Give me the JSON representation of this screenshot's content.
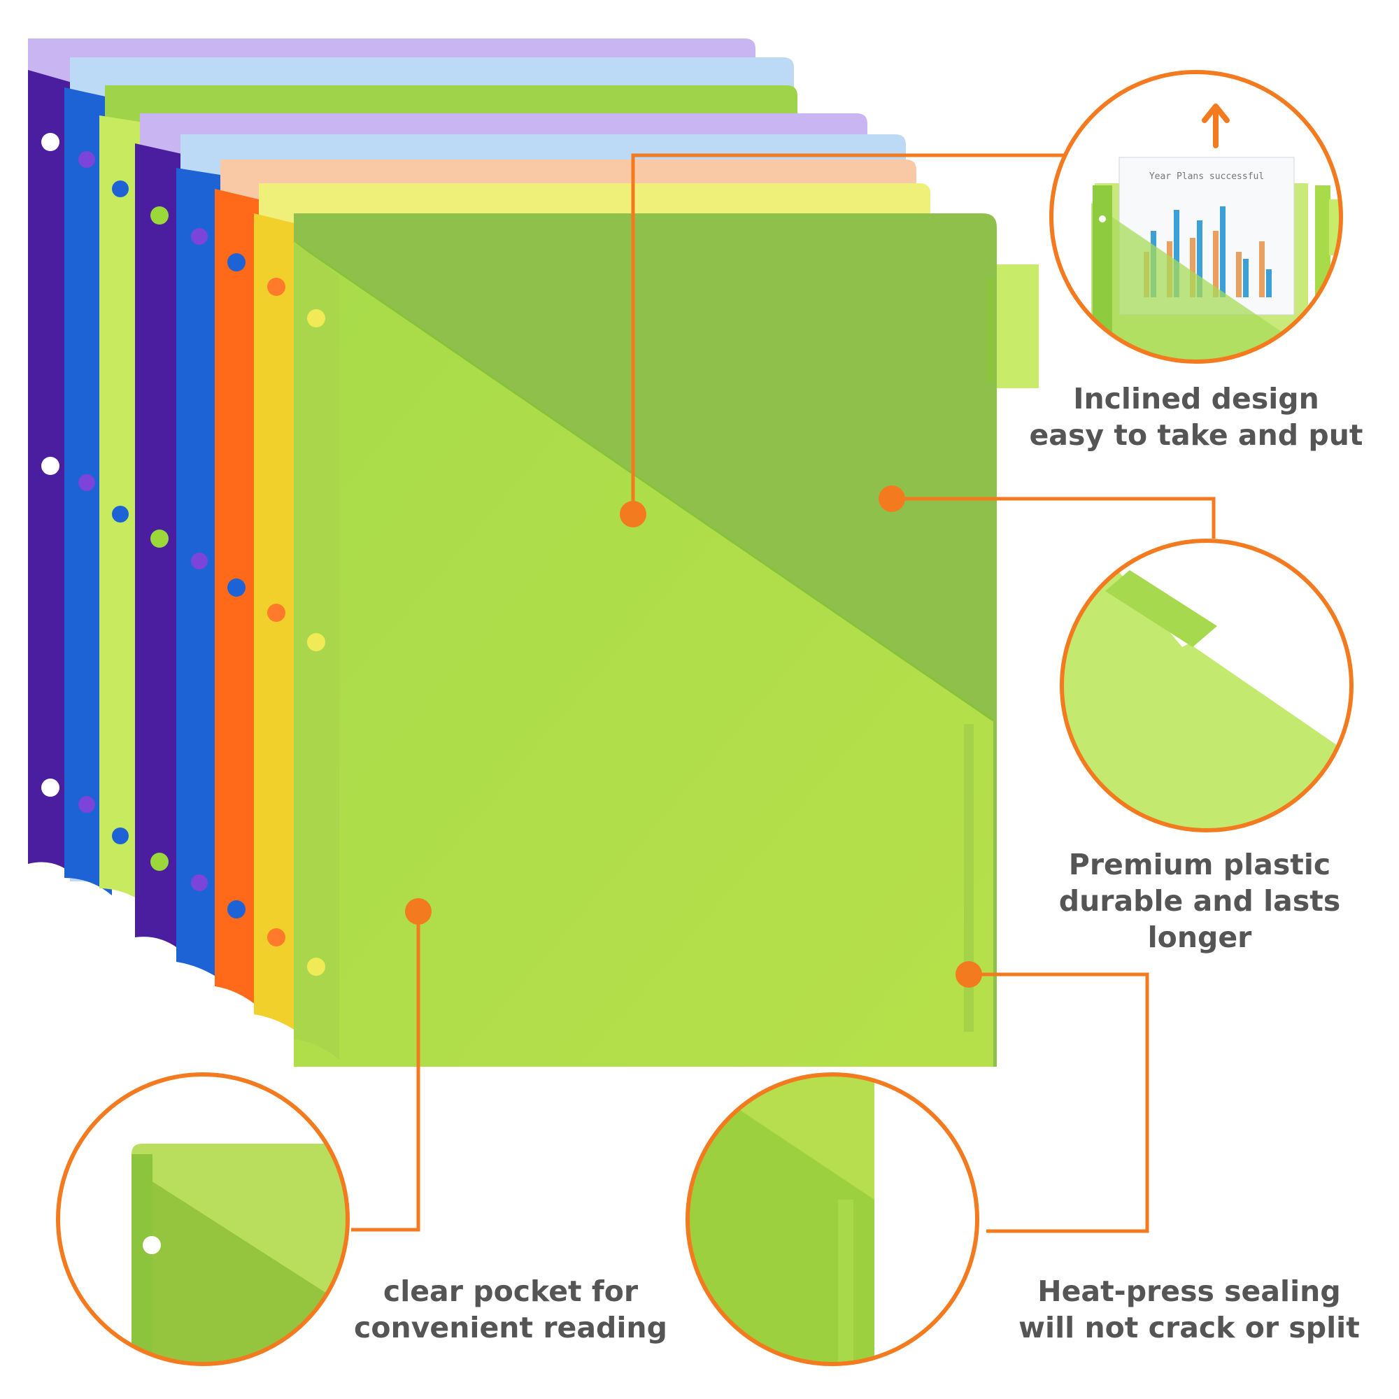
{
  "colors": {
    "accent": "#F47A1F",
    "text": "#555555",
    "green_folder": "#9BD83A",
    "purple_folder": "#4A1E9E",
    "blue_folder": "#1E63D6",
    "orange_folder": "#FF6A1A",
    "yellow_folder": "#F2D02B"
  },
  "callouts": {
    "inclined": {
      "line1": "Inclined design",
      "line2": "easy to take and put"
    },
    "premium": {
      "line1": "Premium plastic",
      "line2": "durable and lasts",
      "line3": "longer"
    },
    "pocket": {
      "line1": "clear pocket for",
      "line2": "convenient reading"
    },
    "heat": {
      "line1": "Heat-press sealing",
      "line2": "will not crack or split"
    }
  },
  "zoom_inset": {
    "chart_title": "Year Plans successful"
  }
}
